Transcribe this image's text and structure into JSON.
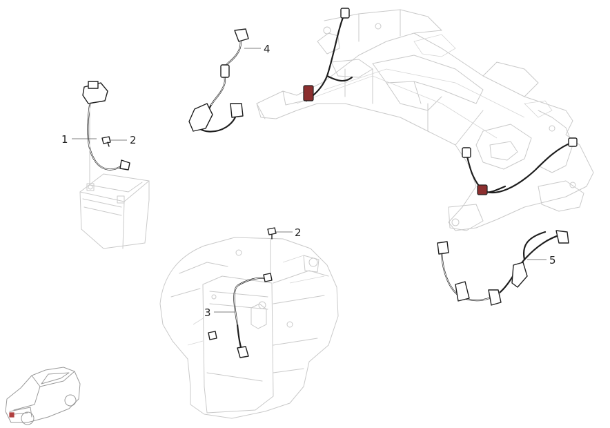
{
  "callouts": [
    {
      "id": "battery-cable",
      "label": "1"
    },
    {
      "id": "bolt-battery",
      "label": "2"
    },
    {
      "id": "bolt-transmission",
      "label": "2"
    },
    {
      "id": "ground-cable",
      "label": "3"
    },
    {
      "id": "front-harness",
      "label": "4"
    },
    {
      "id": "rear-harness",
      "label": "5"
    }
  ]
}
